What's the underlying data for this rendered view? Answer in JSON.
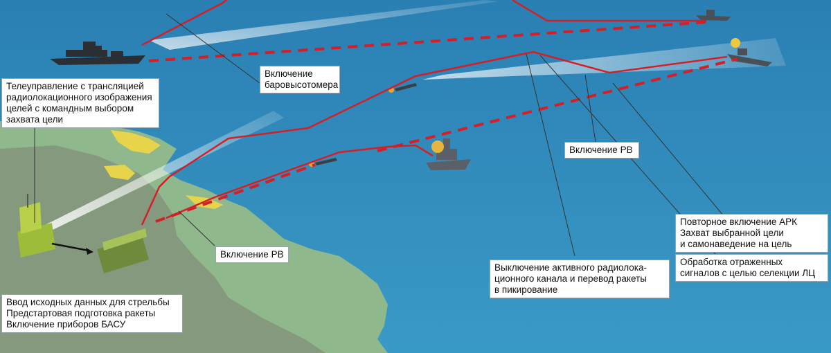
{
  "labels": {
    "teleguidance": [
      "Телеуправление с трансляцией",
      "радиолокационного изображения",
      "целей с командным выбором",
      "захвата цели"
    ],
    "baro": [
      "Включение",
      "баровысотомера"
    ],
    "rv_right": [
      "Включение РВ"
    ],
    "rv_left": [
      "Включение РВ"
    ],
    "dive": [
      "Выключение активного радиолока-",
      "ционного канала и перевод ракеты",
      "в пикирование"
    ],
    "ark": [
      "Повторное включение АРК",
      "Захват выбранной цели",
      "и самонаведение на цель"
    ],
    "lc": [
      "Обработка отраженных",
      "сигналов с целью селекции ЛЦ"
    ],
    "launch": [
      "Ввод исходных данных для стрельбы",
      "Предстартовая подготовка ракеты",
      "Включение приборов БАСУ"
    ]
  },
  "colors": {
    "sea": "#2f8cb8",
    "land": "#8fb98c",
    "coast_yellow": "#e8d44a",
    "trajectory": "#d41f26",
    "beam": "#ffffff",
    "ship": "#4a5058"
  }
}
